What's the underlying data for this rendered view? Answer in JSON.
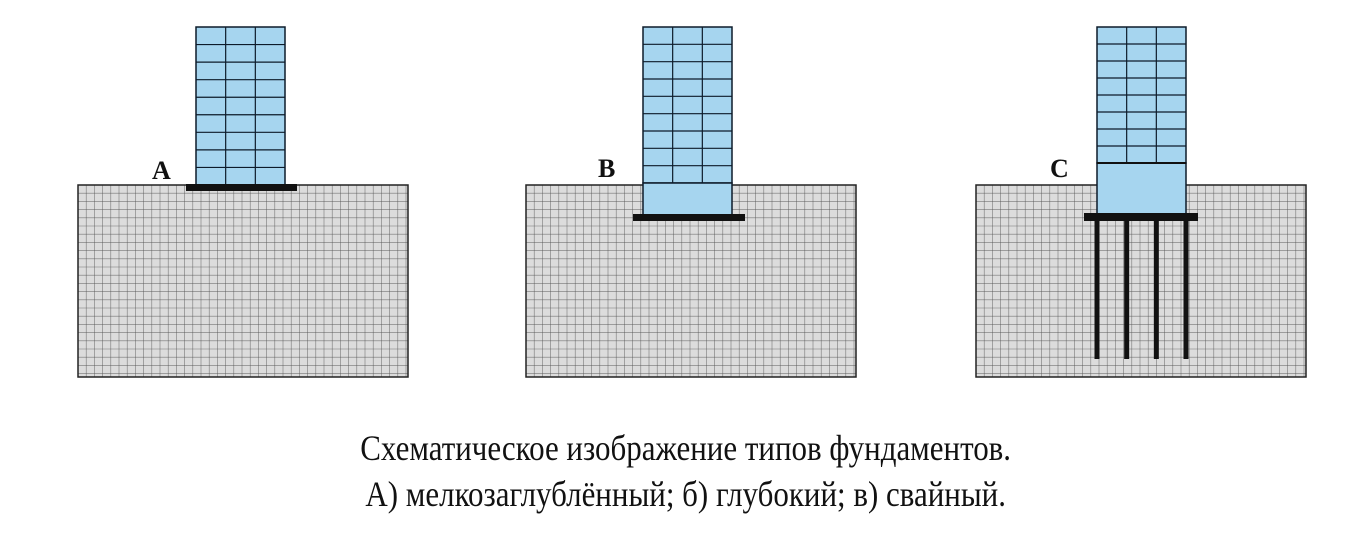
{
  "colors": {
    "soil_fill": "#dcdcdc",
    "soil_grid": "#555555",
    "building_fill": "#a6d5ef",
    "building_grid": "#0d1b2a",
    "foundation": "#111111"
  },
  "panels": [
    {
      "id": "a",
      "label": "A",
      "foundation_type": "shallow"
    },
    {
      "id": "b",
      "label": "B",
      "foundation_type": "deep"
    },
    {
      "id": "c",
      "label": "C",
      "foundation_type": "pile",
      "pile_count": 4
    }
  ],
  "caption": {
    "line1": "Схематическое изображение типов фундаментов.",
    "line2": "А) мелкозаглублённый; б) глубокий; в) свайный."
  }
}
